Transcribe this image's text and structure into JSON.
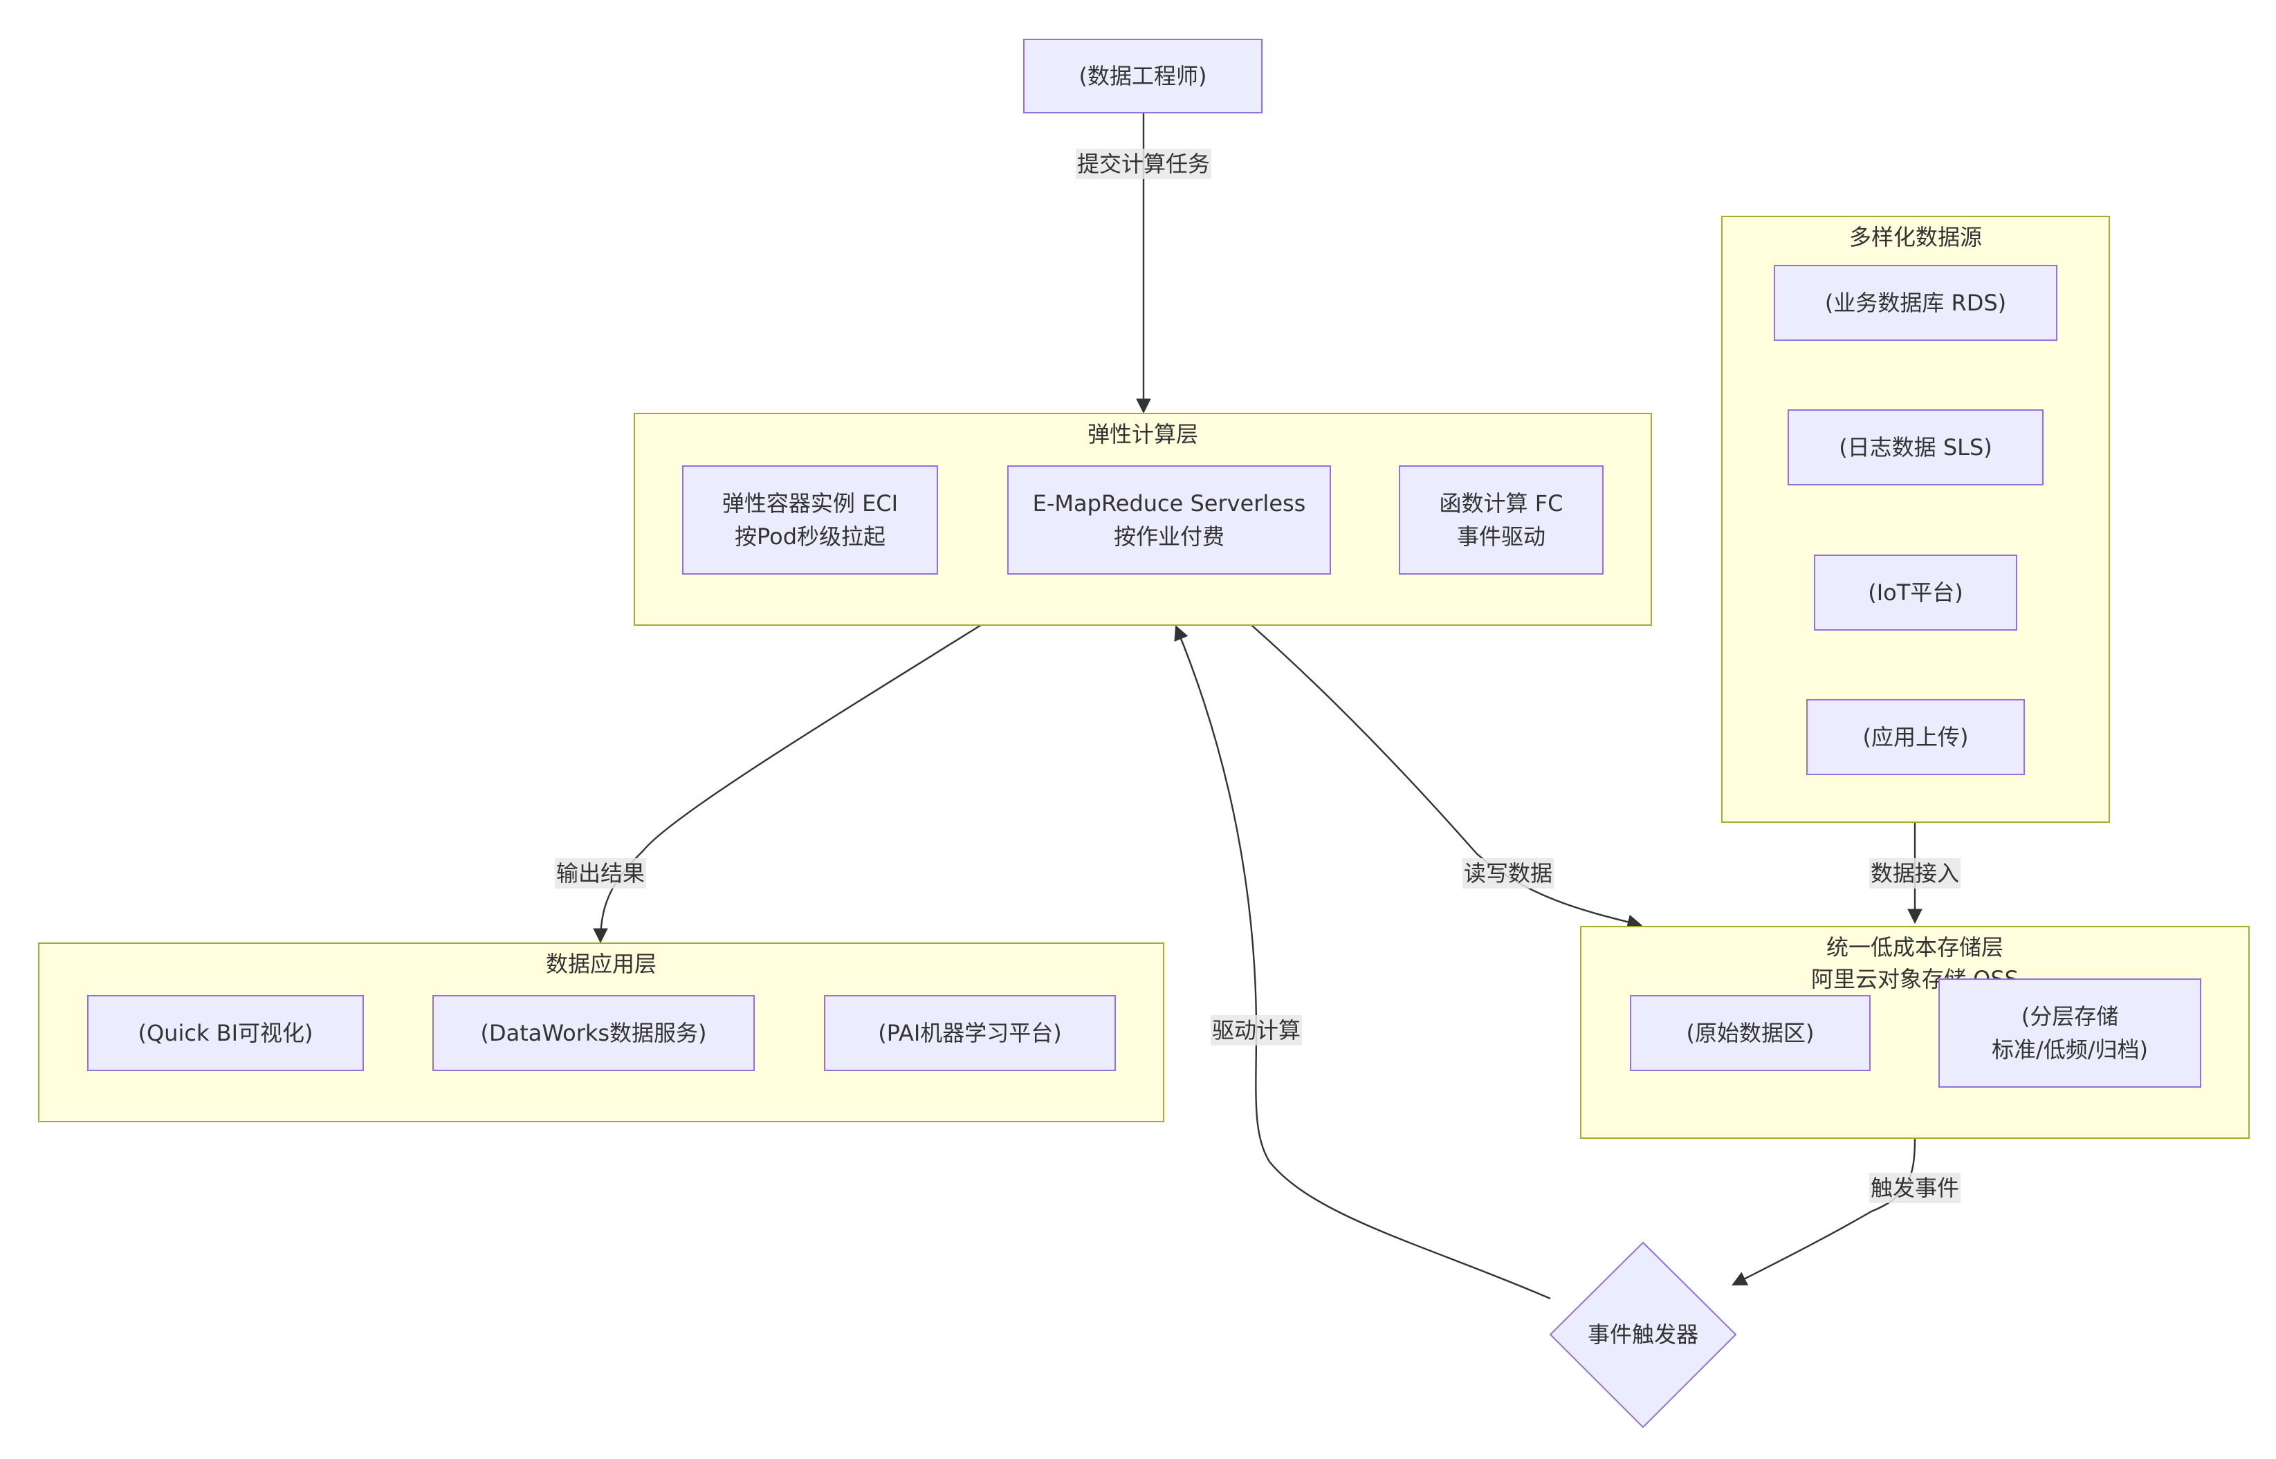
{
  "nodes": {
    "engineer": "(数据工程师)",
    "eci": "弹性容器实例 ECI\n按Pod秒级拉起",
    "emr": "E-MapReduce Serverless\n按作业付费",
    "fc": "函数计算 FC\n事件驱动",
    "rds": "(业务数据库 RDS)",
    "sls": "(日志数据 SLS)",
    "iot": "(IoT平台)",
    "app_upload": "(应用上传)",
    "quickbi": "(Quick BI可视化)",
    "dataworks": "(DataWorks数据服务)",
    "pai": "(PAI机器学习平台)",
    "raw_zone": "(原始数据区)",
    "tiered": "(分层存储\n标准/低频/归档)",
    "event_trigger": "事件触发器"
  },
  "clusters": {
    "compute": "弹性计算层",
    "sources": "多样化数据源",
    "application": "数据应用层",
    "storage": "统一低成本存储层\n阿里云对象存储 OSS"
  },
  "edges": {
    "submit": "提交计算任务",
    "output": "输出结果",
    "readwrite": "读写数据",
    "ingest": "数据接入",
    "drive": "驱动计算",
    "trigger": "触发事件"
  },
  "colors": {
    "node_fill": "#ececff",
    "node_stroke": "#9370db",
    "cluster_fill": "#ffffde",
    "cluster_stroke": "#aaaa33",
    "edge": "#333333"
  }
}
